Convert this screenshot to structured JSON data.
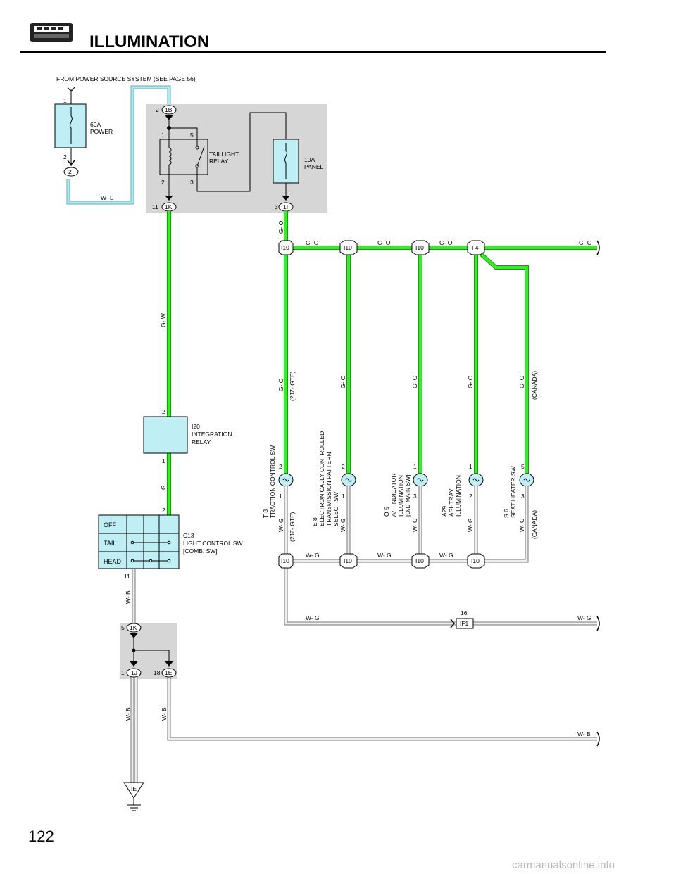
{
  "header": {
    "title": "ILLUMINATION",
    "page_number": "122",
    "watermark": "carmanualsonline.info"
  },
  "source_note": "FROM POWER SOURCE SYSTEM (SEE PAGE 56)",
  "fuses": {
    "power": {
      "amp": "60A",
      "name": "POWER",
      "pin_top": "1",
      "pin_bottom": "2",
      "connector": "2"
    },
    "panel": {
      "amp": "10A",
      "name": "PANEL"
    }
  },
  "relays": {
    "taillight": {
      "line1": "TAILLIGHT",
      "line2": "RELAY",
      "pins": [
        "1",
        "5",
        "2",
        "3"
      ]
    },
    "integration": {
      "code": "I20",
      "line1": "INTEGRATION",
      "line2": "RELAY",
      "pin_top": "2",
      "pin_bottom": "1"
    }
  },
  "connectors": {
    "c1B": "1B",
    "c1B_pin": "2",
    "c1K": "1K",
    "c1K_pin": "11",
    "c1I": "1I",
    "c1I_pin": "3",
    "c1K_b": "1K",
    "c1K_b_pin": "5",
    "c1J": "1J",
    "c1J_pin": "1",
    "c1E": "1E",
    "c1E_pin": "18",
    "i10": "I10",
    "i4": "I 4",
    "if1": "IF1",
    "if1_pin": "16",
    "ground": "IE"
  },
  "wires": {
    "wl": "W- L",
    "go": "G- O",
    "gw": "G- W",
    "g": "G",
    "wg": "W- G",
    "wb": "W- B"
  },
  "switch": {
    "code": "C13",
    "line1": "LIGHT CONTROL SW",
    "line2": "[COMB.  SW]",
    "rows": [
      "OFF",
      "TAIL",
      "HEAD"
    ],
    "pin_top": "2",
    "pin_bottom": "11"
  },
  "components": {
    "t8": {
      "code": "T 8",
      "name": "TRACTION CONTROL SW",
      "pin_top": "2",
      "pin_bottom": "1",
      "note": "(2JZ- GTE)"
    },
    "e8": {
      "code": "E 8",
      "lines": [
        "ELECTRONICALLY CONTROLLED",
        "TRANSMISSION PATTERN",
        "SELECT SW"
      ],
      "pin_top": "2",
      "pin_bottom": "1"
    },
    "o5": {
      "code": "O 5",
      "lines": [
        "A/T INDICATOR",
        "ILLUMINATION",
        "[O/D MAIN SW]"
      ],
      "pin_top": "1",
      "pin_bottom": "3"
    },
    "a29": {
      "code": "A29",
      "lines": [
        "ASHTRAY",
        "ILLUMINATION"
      ],
      "pin_top": "1",
      "pin_bottom": "2"
    },
    "s6": {
      "code": "S 6",
      "name": "SEAT HEATER SW",
      "pin_top": "5",
      "pin_bottom": "3",
      "note": "(CANADA)"
    }
  },
  "colors": {
    "green_wire": "#33ee22",
    "cyan_wire": "#aaeef4",
    "shaded_box": "#d6d6d6",
    "fuse_fill": "#bfeef4"
  }
}
